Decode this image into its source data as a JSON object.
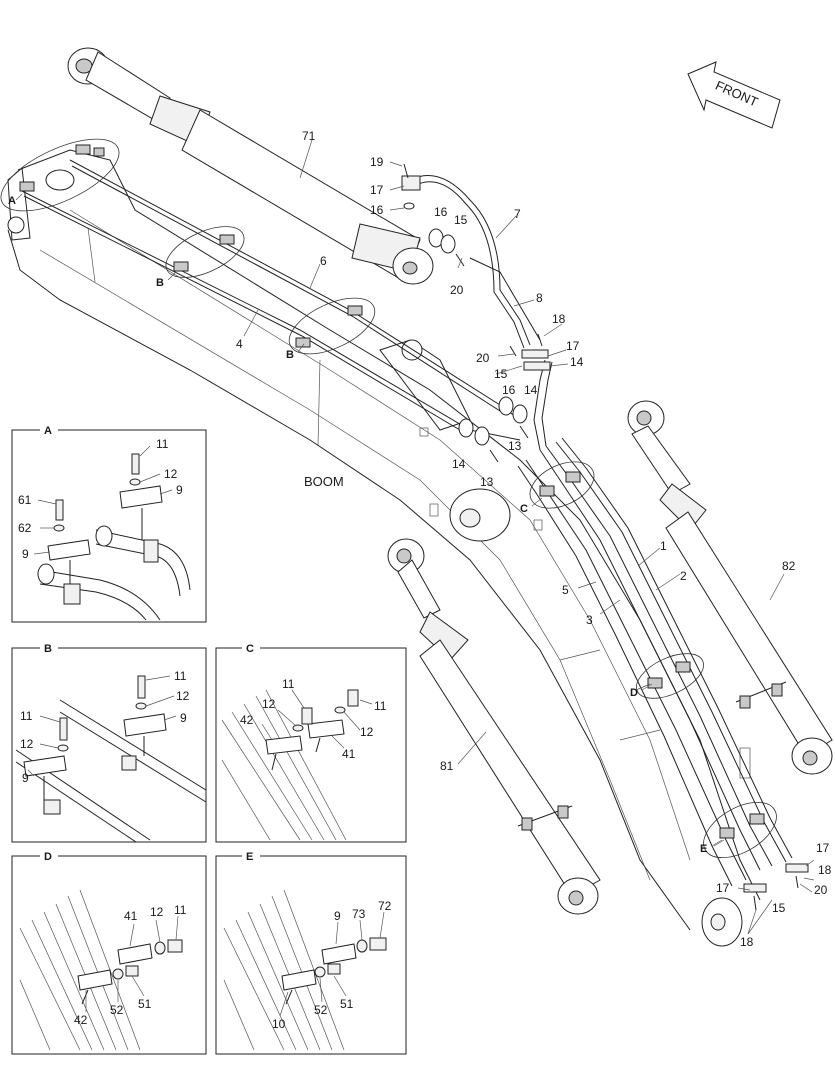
{
  "front_label": "FRONT",
  "boom_label": "BOOM",
  "callouts": {
    "A": "A",
    "B": "B",
    "C": "C",
    "D": "D",
    "E": "E",
    "n1": "1",
    "n2": "2",
    "n3": "3",
    "n4": "4",
    "n5": "5",
    "n6": "6",
    "n7": "7",
    "n8": "8",
    "n9": "9",
    "n10": "10",
    "n11": "11",
    "n12": "12",
    "n13": "13",
    "n14": "14",
    "n15": "15",
    "n16": "16",
    "n17": "17",
    "n18": "18",
    "n19": "19",
    "n20": "20",
    "n41": "41",
    "n42": "42",
    "n51": "51",
    "n52": "52",
    "n61": "61",
    "n62": "62",
    "n71": "71",
    "n72": "72",
    "n73": "73",
    "n81": "81",
    "n82": "82"
  },
  "details": [
    {
      "id": "A",
      "labels": [
        "11",
        "12",
        "9",
        "61",
        "62",
        "9"
      ]
    },
    {
      "id": "B",
      "labels": [
        "11",
        "12",
        "9",
        "11",
        "12",
        "9"
      ]
    },
    {
      "id": "C",
      "labels": [
        "11",
        "11",
        "12",
        "42",
        "12",
        "41"
      ]
    },
    {
      "id": "D",
      "labels": [
        "41",
        "12",
        "11",
        "42",
        "52",
        "51"
      ]
    },
    {
      "id": "E",
      "labels": [
        "9",
        "73",
        "72",
        "10",
        "52",
        "51"
      ]
    }
  ]
}
